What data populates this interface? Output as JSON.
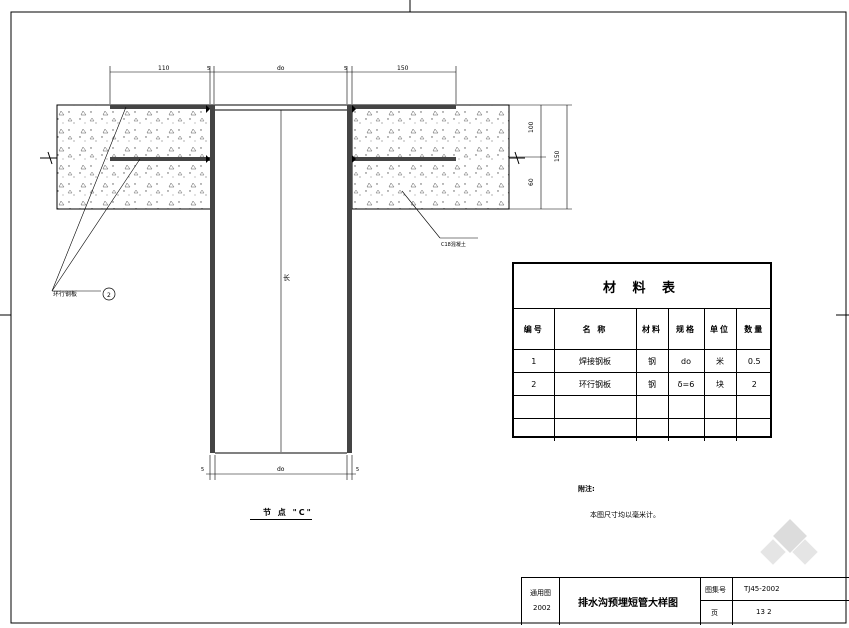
{
  "drawing": {
    "dims_top": {
      "left": "110",
      "middle": "do",
      "right": "150"
    },
    "dims_bottom": {
      "middle": "do"
    },
    "dims_right": {
      "top": "100",
      "bottom": "60",
      "total": "150"
    },
    "dims_thick": "5",
    "pipe_label": "长",
    "callout_left_text": "环行钢板",
    "callout_left_num": "2",
    "callout_right_text": "C18混凝土"
  },
  "material_table": {
    "title": "材 料 表",
    "headers": [
      "编号",
      "名 称",
      "材料",
      "规格",
      "单位",
      "数量"
    ],
    "rows": [
      [
        "1",
        "焊接钢板",
        "钢",
        "do",
        "米",
        "0.5"
      ],
      [
        "2",
        "环行钢板",
        "钢",
        "δ=6",
        "块",
        "2"
      ],
      [
        "",
        "",
        "",
        "",
        "",
        ""
      ],
      [
        "",
        "",
        "",
        "",
        "",
        ""
      ]
    ]
  },
  "notes": {
    "title": "附注:",
    "text": "本图尺寸均以毫米计。"
  },
  "caption": "节 点 \"C\"",
  "title_block": {
    "left_top": "通用图",
    "left_bottom": "2002",
    "title": "排水沟预埋短管大样图",
    "drawing_no_label": "图集号",
    "drawing_no": "TJ45-2002",
    "page_label": "页",
    "page": "13 2"
  }
}
